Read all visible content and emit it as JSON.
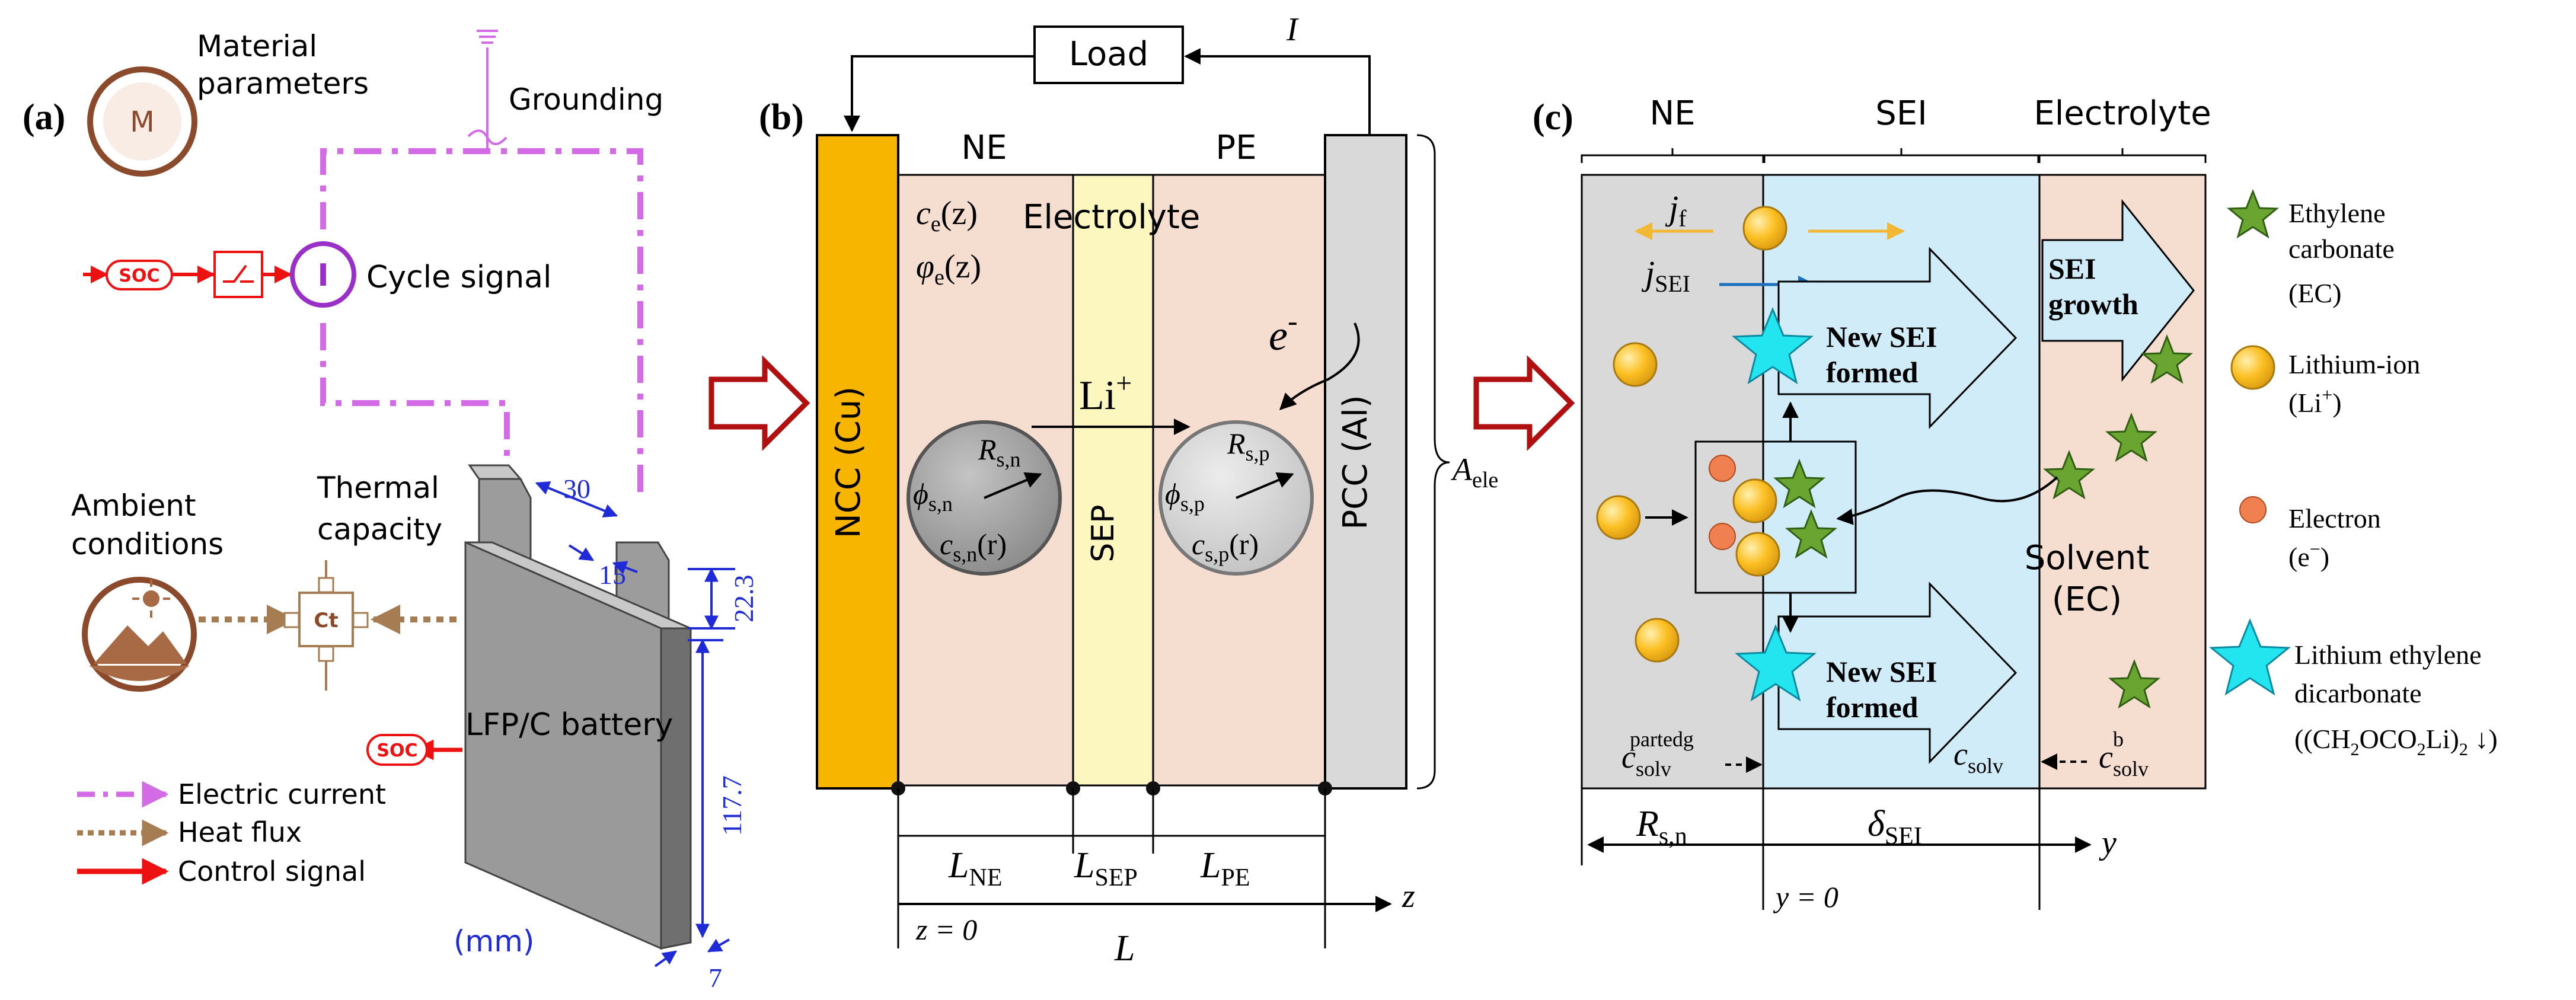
{
  "panel_a": {
    "label": "(a)",
    "material_icon": "M",
    "material_label_1": "Material",
    "material_label_2": "parameters",
    "grounding_label": "Grounding",
    "soc_tag": "SOC",
    "cycle_signal_icon": "I",
    "cycle_signal_label": "Cycle signal",
    "ambient_label_1": "Ambient",
    "ambient_label_2": "conditions",
    "thermal_label_1": "Thermal",
    "thermal_label_2": "capacity",
    "ct_label": "Ct",
    "battery_label": "LFP/C battery",
    "soc_out_tag": "SOC",
    "dim_tab_width": "30",
    "dim_tab_gap": "15",
    "dim_tab_height": "22.3",
    "dim_body_height": "117.7",
    "dim_thickness": "7",
    "unit_label": "(mm)",
    "legend": {
      "electric_current": "Electric current",
      "heat_flux": "Heat flux",
      "control_signal": "Control signal"
    },
    "colors": {
      "electric": "#d36be6",
      "heat": "#a67c52",
      "control": "#ee1111",
      "dimension": "#1f2bd6"
    }
  },
  "panel_b": {
    "label": "(b)",
    "load_label": "Load",
    "current_symbol": "I",
    "ne_label": "NE",
    "pe_label": "PE",
    "ce_label": "c",
    "ce_sub": "e",
    "ce_arg": "(z)",
    "phie_label": "φ",
    "phie_sub": "e",
    "phie_arg": "(z)",
    "electrolyte_label": "Electrolyte",
    "ncc_label": "NCC (Cu)",
    "pcc_label": "PCC (Al)",
    "sep_label": "SEP",
    "li_label": "Li",
    "li_sup": "+",
    "electron_label": "e",
    "electron_sup": "-",
    "rsn": "R",
    "rsn_sub": "s,n",
    "phisn": "ϕ",
    "phisn_sub": "s,n",
    "csn": "c",
    "csn_sub": "s,n",
    "csn_arg": "(r)",
    "rsp": "R",
    "rsp_sub": "s,p",
    "phisp": "ϕ",
    "phisp_sub": "s,p",
    "csp": "c",
    "csp_sub": "s,p",
    "csp_arg": "(r)",
    "aele": "A",
    "aele_sub": "ele",
    "lne": "L",
    "lne_sub": "NE",
    "lsep": "L",
    "lsep_sub": "SEP",
    "lpe": "L",
    "lpe_sub": "PE",
    "z_axis": "z",
    "z0": "z = 0",
    "total_l": "L",
    "colors": {
      "ncc": "#f7b500",
      "electrode": "#f5ddd0",
      "separator": "#fcf6bf",
      "pcc": "#d9d9d9",
      "particle_n": "#a0a0a0",
      "particle_p": "#d2d2d2"
    }
  },
  "panel_c": {
    "label": "(c)",
    "ne_label": "NE",
    "sei_label": "SEI",
    "electrolyte_label": "Electrolyte",
    "jf": "j",
    "jf_sub": "f",
    "jsei": "j",
    "jsei_sub": "SEI",
    "new_sei_1": "New SEI",
    "new_sei_2": "formed",
    "sei_growth_1": "SEI",
    "sei_growth_2": "growth",
    "solvent_1": "Solvent",
    "solvent_2": "(EC)",
    "csolv_partedg": "c",
    "csolv_partedg_sub": "solv",
    "csolv_partedg_sup": "partedg",
    "csolv": "c",
    "csolv_sub": "solv",
    "csolv_b": "c",
    "csolv_b_sub": "solv",
    "csolv_b_sup": "b",
    "rsn": "R",
    "rsn_sub": "s,n",
    "delta": "δ",
    "delta_sub": "SEI",
    "y_axis": "y",
    "y0": "y = 0",
    "legend": {
      "ec_1": "Ethylene",
      "ec_2": "carbonate",
      "ec_3": "(EC)",
      "li_1": "Lithium-ion",
      "li_2": "(Li",
      "li_2_sup": "+",
      "li_2_end": ")",
      "e_1": "Electron",
      "e_2": "(e",
      "e_2_sup": "−",
      "e_2_end": ")",
      "led_1": "Lithium ethylene",
      "led_2": "dicarbonate",
      "led_3": "((CH",
      "led_3_s1": "2",
      "led_3_b": "OCO",
      "led_3_s2": "2",
      "led_3_c": "Li)",
      "led_3_s3": "2",
      "led_3_d": " ↓)"
    },
    "colors": {
      "ne": "#d9d9d9",
      "sei": "#d0ecf8",
      "electrolyte": "#f5ddd0",
      "li_ion": "#fbbf22",
      "electron": "#f08050",
      "ec": "#6aa532",
      "led": "#22e5ef",
      "jf_arrow": "#f2b733",
      "jsei_arrow": "#1a6fbf"
    }
  }
}
